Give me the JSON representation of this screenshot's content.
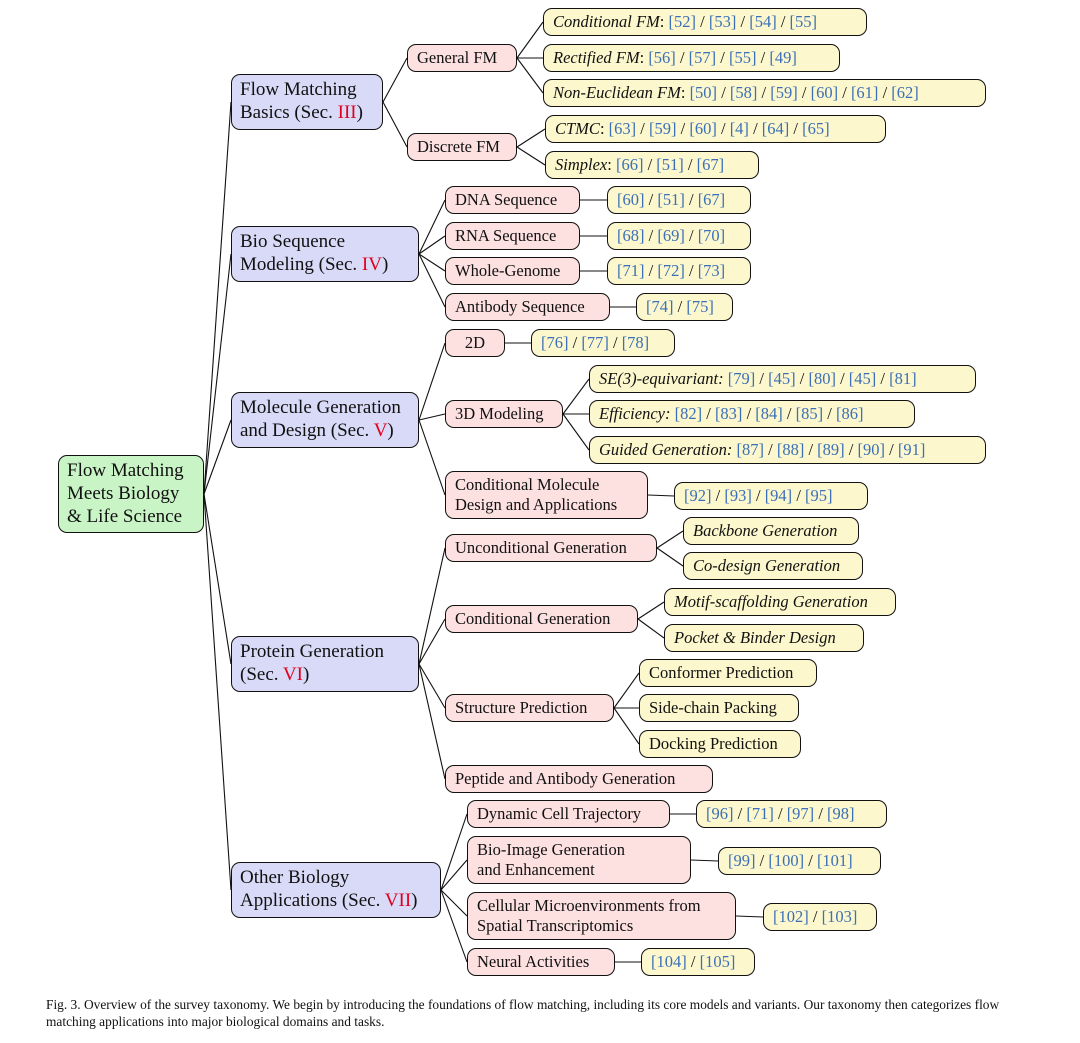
{
  "root": {
    "lines": [
      "Flow Matching",
      "Meets Biology",
      "& Life Science"
    ]
  },
  "sections": [
    {
      "lines": [
        "Flow Matching",
        "Basics (Sec. "
      ],
      "sec": "III",
      "close": ")"
    },
    {
      "lines": [
        "Bio Sequence",
        "Modeling (Sec. "
      ],
      "sec": "IV",
      "close": ")"
    },
    {
      "lines": [
        "Molecule Generation",
        "and Design (Sec. "
      ],
      "sec": "V",
      "close": ")"
    },
    {
      "lines": [
        "Protein Generation",
        "(Sec. "
      ],
      "sec": "VI",
      "close": ")"
    },
    {
      "lines": [
        "Other Biology",
        "Applications (Sec. "
      ],
      "sec": "VII",
      "close": ")"
    }
  ],
  "subs": {
    "general_fm": "General FM",
    "discrete_fm": "Discrete FM",
    "dna": "DNA Sequence",
    "rna": "RNA Sequence",
    "whole_genome": "Whole-Genome",
    "antibody_seq": "Antibody Sequence",
    "mol_2d": "2D",
    "mol_3d": "3D Modeling",
    "cond_mol": [
      "Conditional Molecule",
      "Design and Applications"
    ],
    "uncond_gen": "Unconditional Generation",
    "cond_gen": "Conditional Generation",
    "struct_pred": "Structure Prediction",
    "peptide": "Peptide and Antibody Generation",
    "dyn_cell": "Dynamic Cell Trajectory",
    "bio_image": [
      "Bio-Image Generation",
      "and Enhancement"
    ],
    "cellular": [
      "Cellular Microenvironments from",
      "Spatial Transcriptomics"
    ],
    "neural": "Neural Activities"
  },
  "leaves": {
    "conditional_fm": {
      "label": "Conditional FM",
      "suffix": ":",
      "refs": [
        "52",
        "53",
        "54",
        "55"
      ]
    },
    "rectified_fm": {
      "label": "Rectified FM",
      "suffix": ":",
      "refs": [
        "56",
        "57",
        "55",
        "49"
      ]
    },
    "non_euclidean_fm": {
      "label": "Non-Euclidean FM",
      "suffix": ":",
      "refs": [
        "50",
        "58",
        "59",
        "60",
        "61",
        "62"
      ]
    },
    "ctmc": {
      "label": "CTMC",
      "suffix": ":",
      "refs": [
        "63",
        "59",
        "60",
        "4",
        "64",
        "65"
      ]
    },
    "simplex": {
      "label": "Simplex",
      "suffix": ":",
      "refs": [
        "66",
        "51",
        "67"
      ]
    },
    "dna_refs": {
      "refs": [
        "60",
        "51",
        "67"
      ]
    },
    "rna_refs": {
      "refs": [
        "68",
        "69",
        "70"
      ]
    },
    "genome_refs": {
      "refs": [
        "71",
        "72",
        "73"
      ]
    },
    "antibody_refs": {
      "refs": [
        "74",
        "75"
      ]
    },
    "mol2d_refs": {
      "refs": [
        "76",
        "77",
        "78"
      ]
    },
    "se3": {
      "label": "SE(3)-equivariant:",
      "suffix": "",
      "refs": [
        "79",
        "45",
        "80",
        "45",
        "81"
      ]
    },
    "efficiency": {
      "label": "Efficiency:",
      "suffix": "",
      "refs": [
        "82",
        "83",
        "84",
        "85",
        "86"
      ]
    },
    "guided": {
      "label": "Guided Generation:",
      "suffix": "",
      "refs": [
        "87",
        "88",
        "89",
        "90",
        "91"
      ]
    },
    "cond_mol_refs": {
      "refs": [
        "92",
        "93",
        "94",
        "95"
      ]
    },
    "backbone": {
      "label": "Backbone Generation"
    },
    "codesign": {
      "label": "Co-design Generation"
    },
    "motif": {
      "label": "Motif-scaffolding Generation"
    },
    "pocket": {
      "label": "Pocket & Binder Design"
    },
    "conformer": {
      "label": "Conformer Prediction"
    },
    "sidechain": {
      "label": "Side-chain Packing"
    },
    "docking": {
      "label": "Docking Prediction"
    },
    "dyn_cell_refs": {
      "refs": [
        "96",
        "71",
        "97",
        "98"
      ]
    },
    "bio_image_refs": {
      "refs": [
        "99",
        "100",
        "101"
      ]
    },
    "cellular_refs": {
      "refs": [
        "102",
        "103"
      ]
    },
    "neural_refs": {
      "refs": [
        "104",
        "105"
      ]
    }
  },
  "caption": "Fig. 3.  Overview of the survey taxonomy. We begin by introducing the foundations of flow matching, including its core models and variants. Our taxonomy then categorizes flow matching applications into major biological domains and tasks.",
  "colors": {
    "root": "#c9f5c6",
    "section": "#d9d9f8",
    "sub": "#fde0e0",
    "leaf": "#fcf7cc",
    "ref": "#3b70b8",
    "sec_num": "#e0001b"
  }
}
